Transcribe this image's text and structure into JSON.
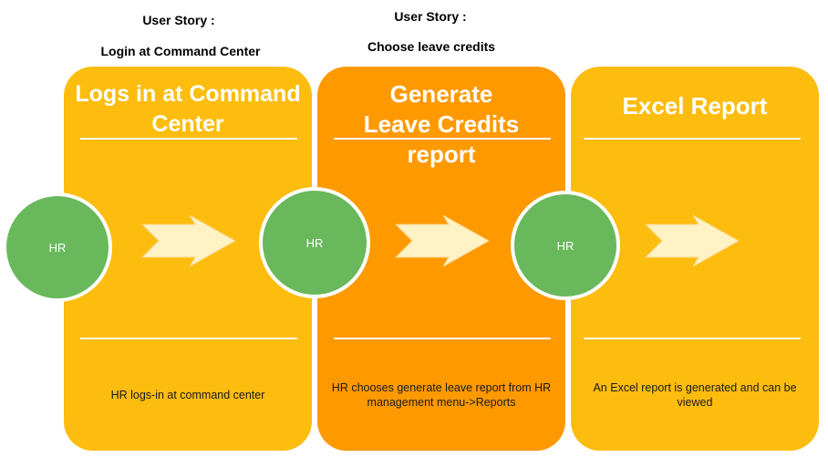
{
  "stories": [
    {
      "heading": "User Story :",
      "subheading": "Login at Command Center"
    },
    {
      "heading": "User Story :",
      "subheading": "Choose leave credits"
    }
  ],
  "panels": [
    {
      "title": "Logs in at Command Center",
      "description": "HR logs-in at command center",
      "color": "#fdbd0f"
    },
    {
      "title": "Generate Leave Credits report",
      "description": "HR chooses generate leave report from HR management menu->Reports",
      "color": "#ff9900"
    },
    {
      "title": "Excel Report",
      "description": "An Excel report is generated and can be viewed",
      "color": "#fdbd0f"
    }
  ],
  "actors": [
    {
      "label": "HR"
    },
    {
      "label": "HR"
    },
    {
      "label": "HR"
    }
  ],
  "colors": {
    "panel_yellow": "#fdbd0f",
    "panel_orange": "#ff9900",
    "actor_green": "#6ab85c",
    "arrow_fill": "#fff2c4"
  }
}
